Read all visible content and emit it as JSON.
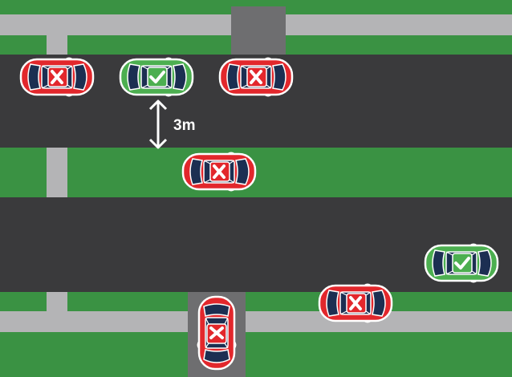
{
  "colors": {
    "road": "#3a3a3c",
    "grass": "#3a9243",
    "footpath": "#b4b4b6",
    "driveway": "#6e6e70",
    "car_wrong": "#e2272c",
    "car_correct": "#4caf50"
  },
  "gap_label": "3m",
  "cars": [
    {
      "id": "car-1",
      "status": "wrong",
      "mark_icon": "cross-icon"
    },
    {
      "id": "car-2",
      "status": "correct",
      "mark_icon": "checkmark-icon"
    },
    {
      "id": "car-3",
      "status": "wrong",
      "mark_icon": "cross-icon"
    },
    {
      "id": "car-4",
      "status": "wrong",
      "mark_icon": "cross-icon"
    },
    {
      "id": "car-5",
      "status": "correct",
      "mark_icon": "checkmark-icon"
    },
    {
      "id": "car-6",
      "status": "wrong",
      "mark_icon": "cross-icon"
    },
    {
      "id": "car-7",
      "status": "wrong",
      "mark_icon": "cross-icon"
    }
  ]
}
